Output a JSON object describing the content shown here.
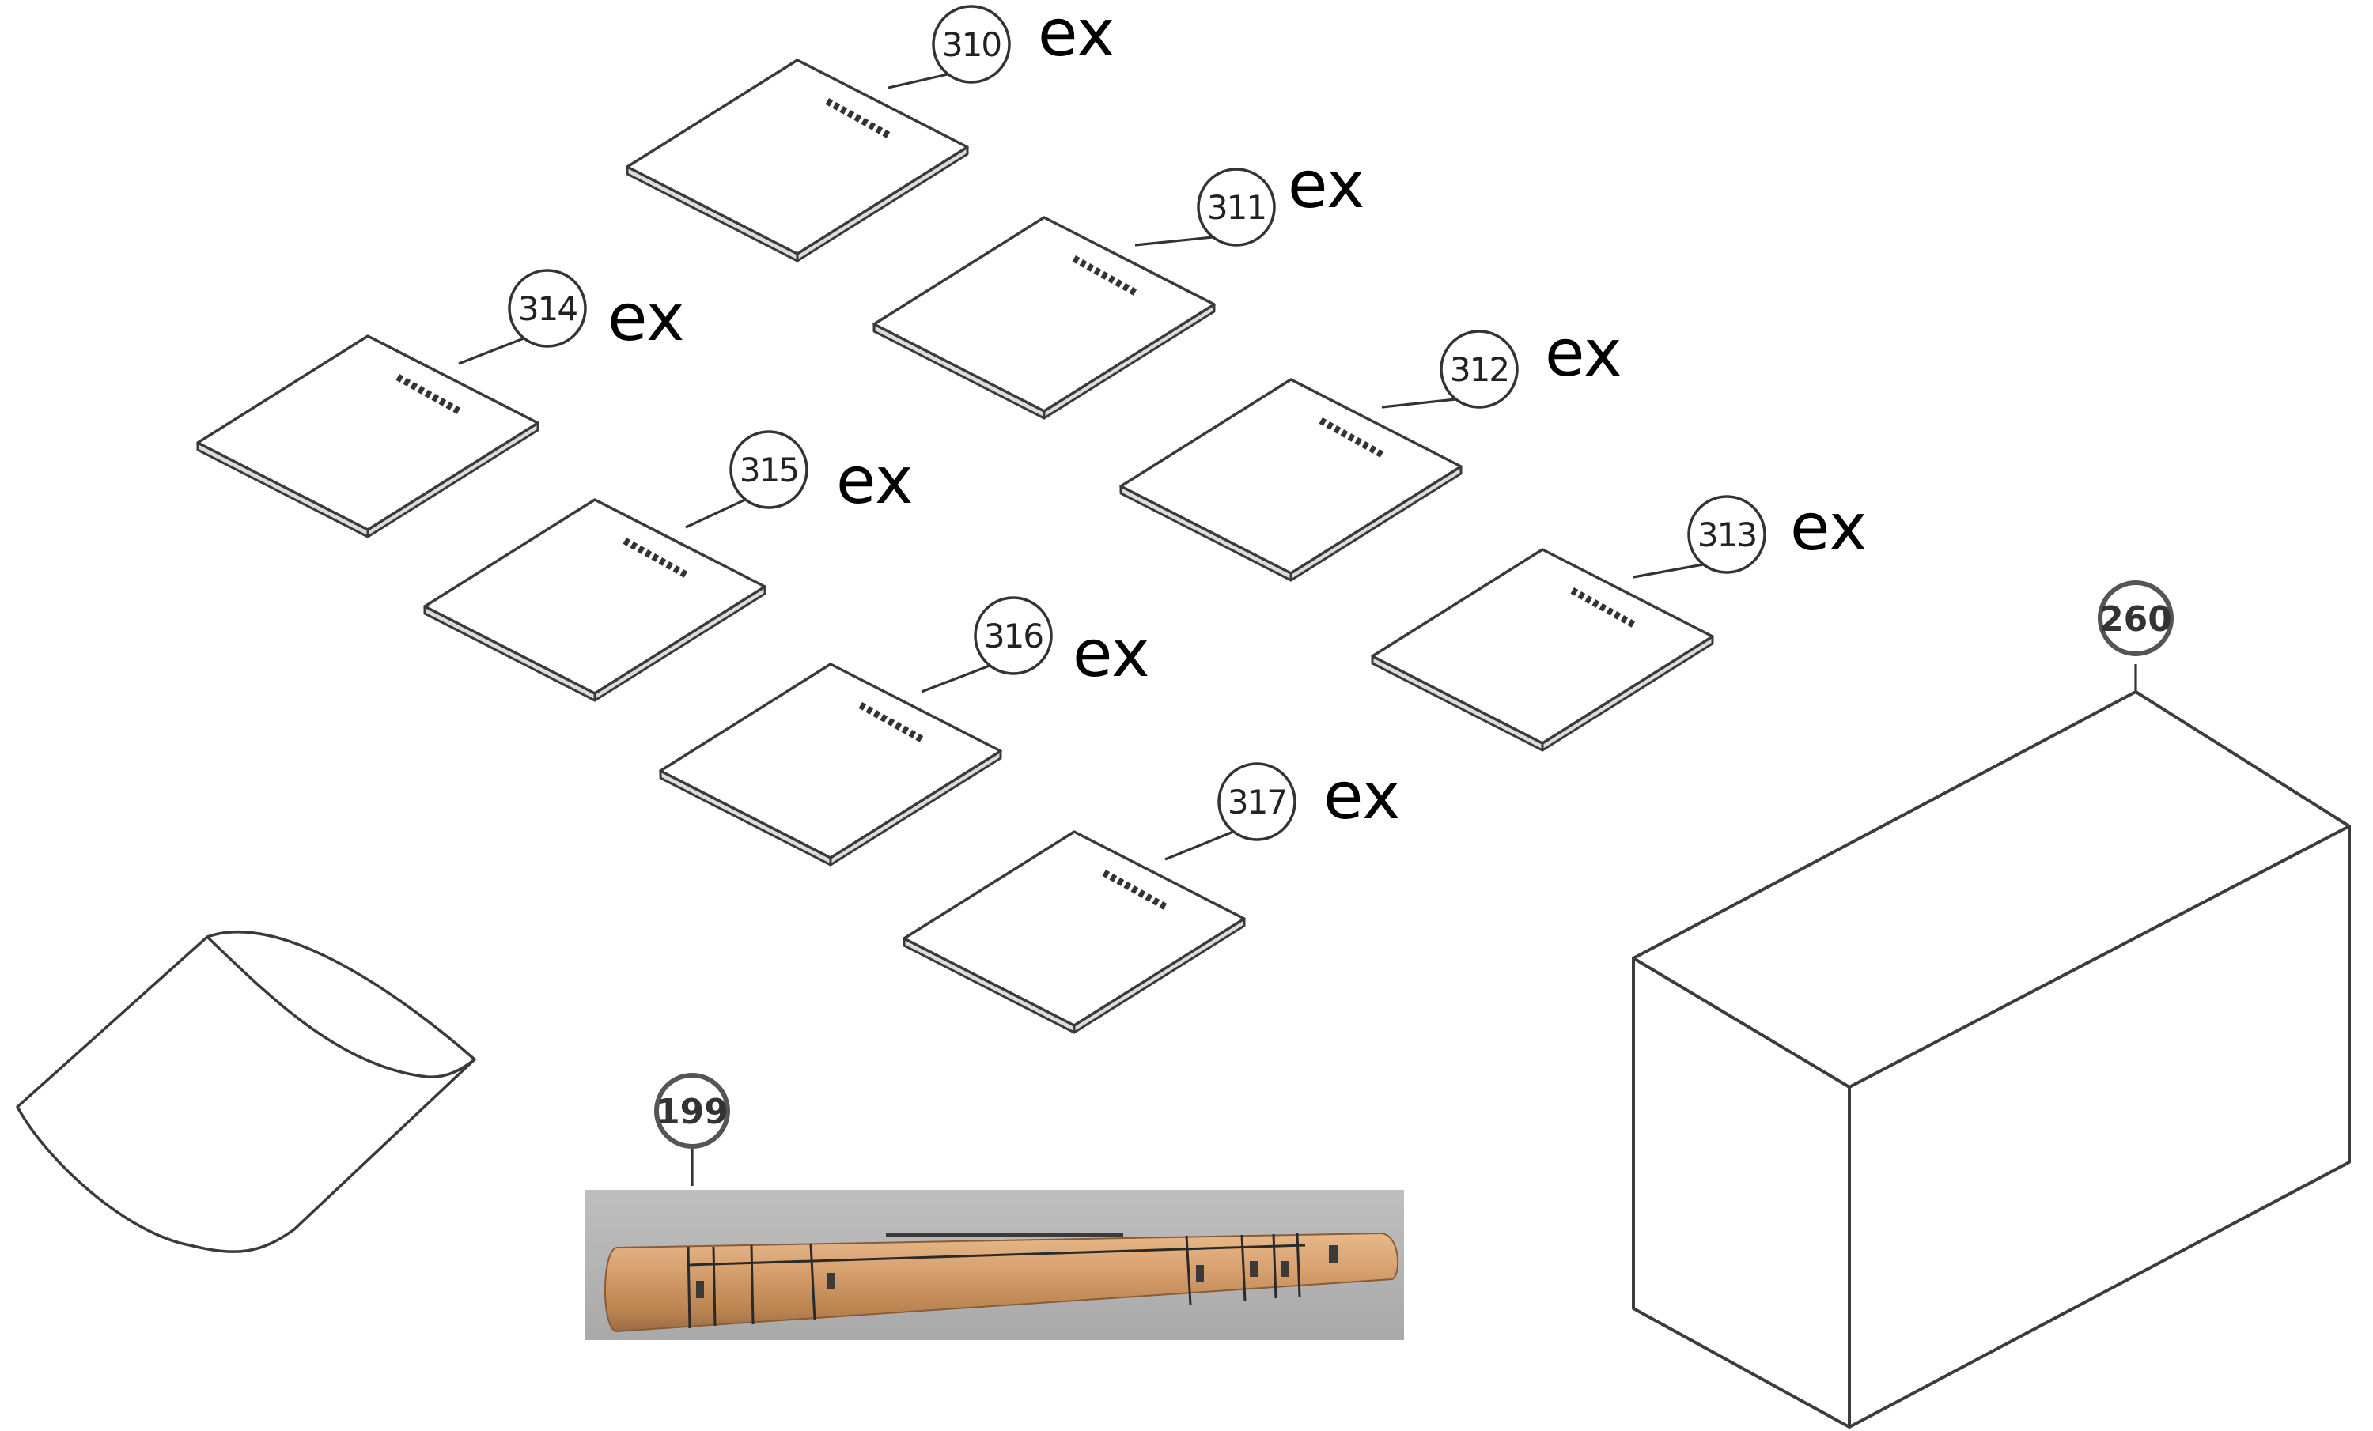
{
  "manuals": [
    {
      "id": "manual-310",
      "number": "310",
      "suffix": "ex"
    },
    {
      "id": "manual-311",
      "number": "311",
      "suffix": "ex"
    },
    {
      "id": "manual-312",
      "number": "312",
      "suffix": "ex"
    },
    {
      "id": "manual-313",
      "number": "313",
      "suffix": "ex"
    },
    {
      "id": "manual-314",
      "number": "314",
      "suffix": "ex"
    },
    {
      "id": "manual-315",
      "number": "315",
      "suffix": "ex"
    },
    {
      "id": "manual-316",
      "number": "316",
      "suffix": "ex"
    },
    {
      "id": "manual-317",
      "number": "317",
      "suffix": "ex"
    }
  ],
  "tube": {
    "number": "199"
  },
  "box": {
    "number": "260"
  }
}
